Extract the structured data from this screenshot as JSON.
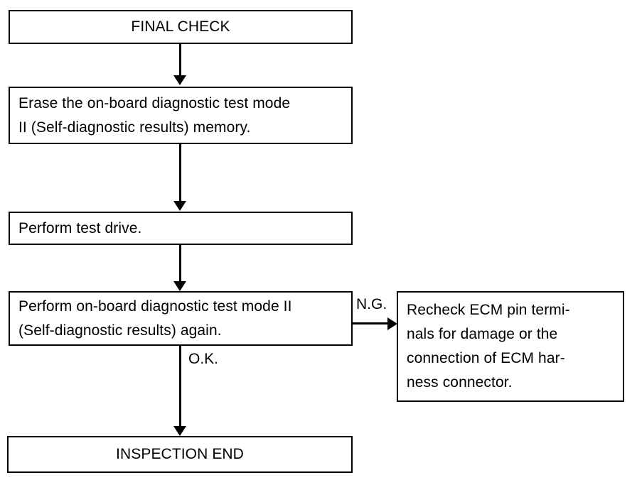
{
  "document": {
    "kind": "flowchart",
    "title": "FINAL CHECK",
    "background_color": "#ffffff",
    "ink_color": "#000000"
  },
  "nodes": {
    "final_check": {
      "label": "FINAL CHECK",
      "align": "center"
    },
    "erase_memory": {
      "label": "Erase the on-board diagnostic test mode\nII (Self-diagnostic results) memory.",
      "align": "left"
    },
    "test_drive": {
      "label": "Perform test drive.",
      "align": "left"
    },
    "perform_diagnostic": {
      "label": "Perform on-board diagnostic test mode II\n(Self-diagnostic results) again.",
      "align": "left"
    },
    "recheck_ecm": {
      "label": "Recheck ECM pin termi-\nnals for damage or the\nconnection of ECM har-\nness connector.",
      "align": "left"
    },
    "inspection_end": {
      "label": "INSPECTION END",
      "align": "center"
    }
  },
  "edge_labels": {
    "ng": "N.G.",
    "ok": "O.K."
  }
}
